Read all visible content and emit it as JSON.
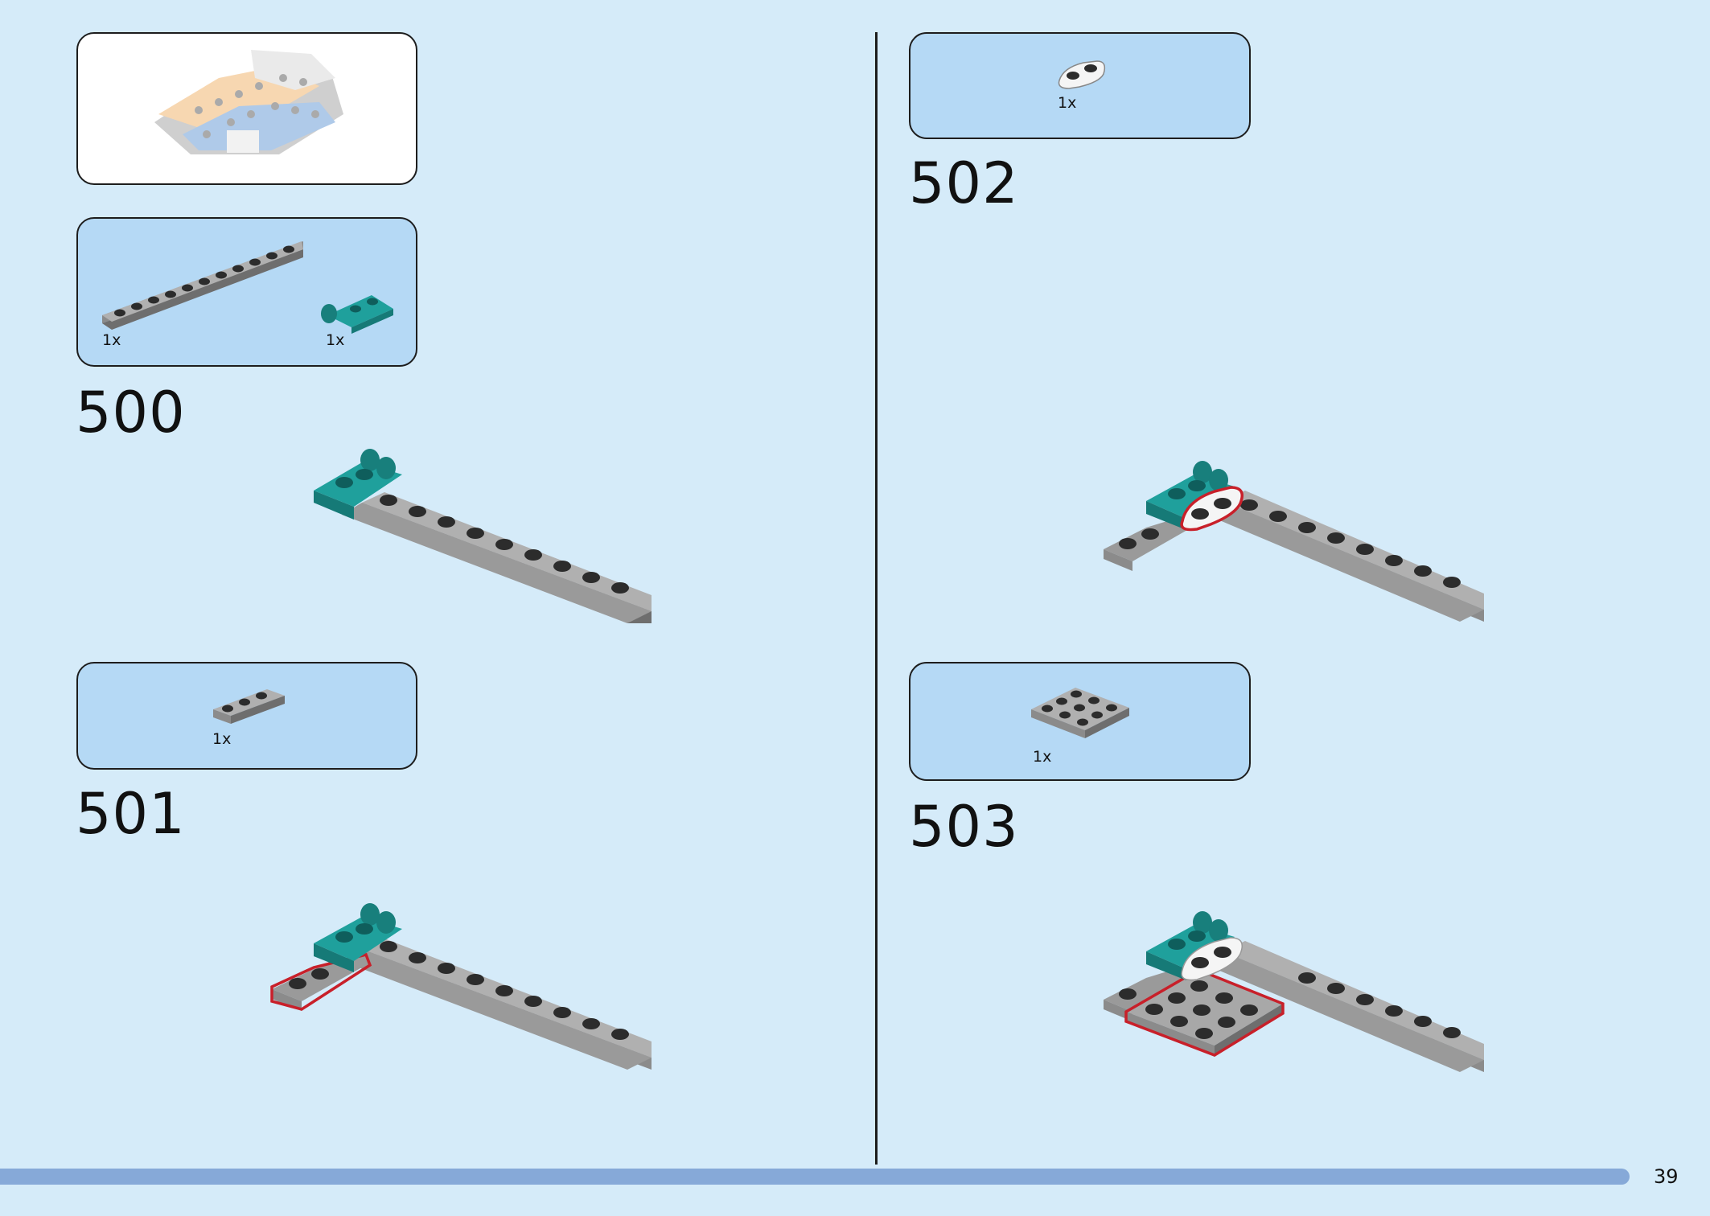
{
  "page_number": "39",
  "steps": [
    {
      "number": "500",
      "parts": [
        {
          "qty": "1x"
        },
        {
          "qty": "1x"
        }
      ]
    },
    {
      "number": "501",
      "parts": [
        {
          "qty": "1x"
        }
      ]
    },
    {
      "number": "502",
      "parts": [
        {
          "qty": "1x"
        }
      ]
    },
    {
      "number": "503",
      "parts": [
        {
          "qty": "1x"
        }
      ]
    }
  ],
  "colors": {
    "background": "#d5ebf9",
    "parts_box": "#b5d9f5",
    "gray_brick": "#a8a8a8",
    "teal_brick": "#1fa09c",
    "highlight": "#c8202a",
    "progress_bar": "#86a9d8"
  }
}
